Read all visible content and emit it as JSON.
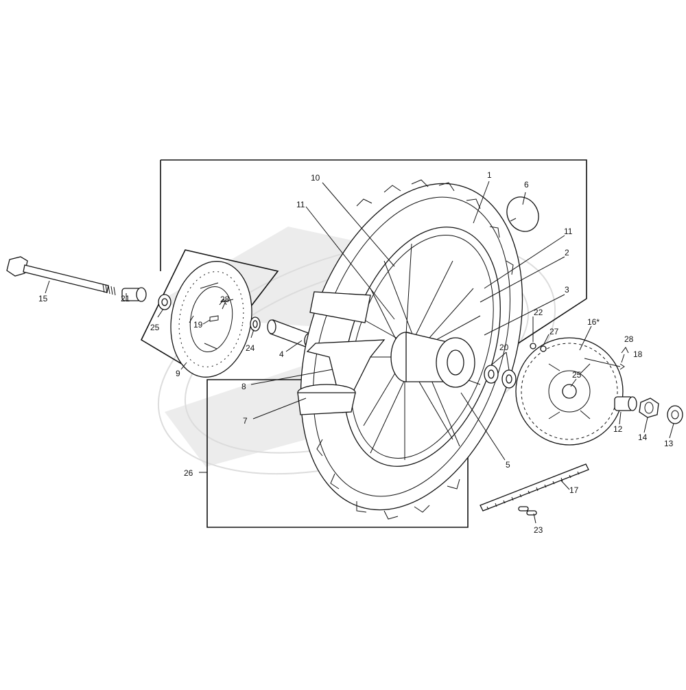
{
  "diagram": {
    "labels": [
      {
        "id": "1",
        "text": "1"
      },
      {
        "id": "2",
        "text": "2"
      },
      {
        "id": "3",
        "text": "3"
      },
      {
        "id": "4",
        "text": "4"
      },
      {
        "id": "5",
        "text": "5"
      },
      {
        "id": "6",
        "text": "6"
      },
      {
        "id": "7",
        "text": "7"
      },
      {
        "id": "8",
        "text": "8"
      },
      {
        "id": "9",
        "text": "9"
      },
      {
        "id": "10",
        "text": "10"
      },
      {
        "id": "11a",
        "text": "11"
      },
      {
        "id": "11b",
        "text": "11"
      },
      {
        "id": "12",
        "text": "12"
      },
      {
        "id": "13",
        "text": "13"
      },
      {
        "id": "14",
        "text": "14"
      },
      {
        "id": "15",
        "text": "15"
      },
      {
        "id": "16",
        "text": "16*"
      },
      {
        "id": "17",
        "text": "17"
      },
      {
        "id": "18",
        "text": "18"
      },
      {
        "id": "19",
        "text": "19"
      },
      {
        "id": "20",
        "text": "20"
      },
      {
        "id": "21",
        "text": "21"
      },
      {
        "id": "22",
        "text": "22"
      },
      {
        "id": "23",
        "text": "23"
      },
      {
        "id": "24",
        "text": "24"
      },
      {
        "id": "25a",
        "text": "25"
      },
      {
        "id": "25b",
        "text": "25"
      },
      {
        "id": "26",
        "text": "26"
      },
      {
        "id": "27",
        "text": "27"
      },
      {
        "id": "28a",
        "text": "28"
      },
      {
        "id": "28b",
        "text": "28"
      }
    ]
  }
}
